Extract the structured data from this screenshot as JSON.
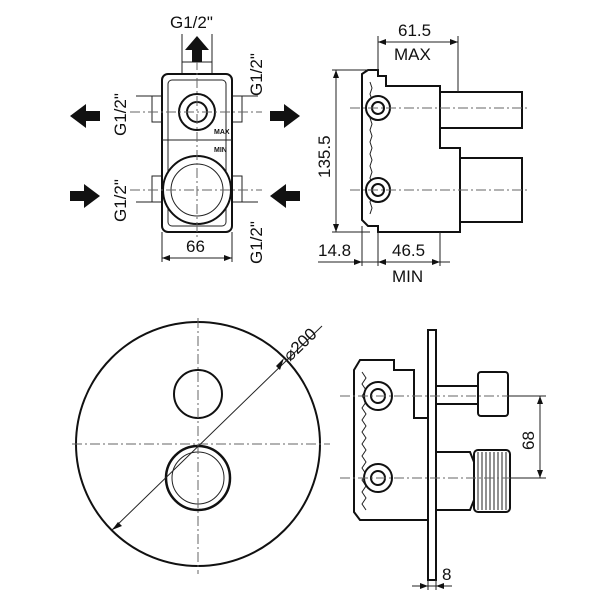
{
  "labels": {
    "thread_top": "G1/2\"",
    "thread_right_top": "G1/2\"",
    "thread_left_top": "G1/2\"",
    "thread_left_bottom": "G1/2\"",
    "thread_right_bottom": "G1/2\"",
    "width_front": "66",
    "depth_max": "61.5",
    "max_label": "MAX",
    "height": "135.5",
    "plate_offset": "14.8",
    "depth_min": "46.5",
    "min_label": "MIN",
    "diameter": "⌀200",
    "handle_spacing": "68",
    "plate_thickness": "8",
    "body_max_mark": "MAX",
    "body_min_mark": "MIN"
  }
}
